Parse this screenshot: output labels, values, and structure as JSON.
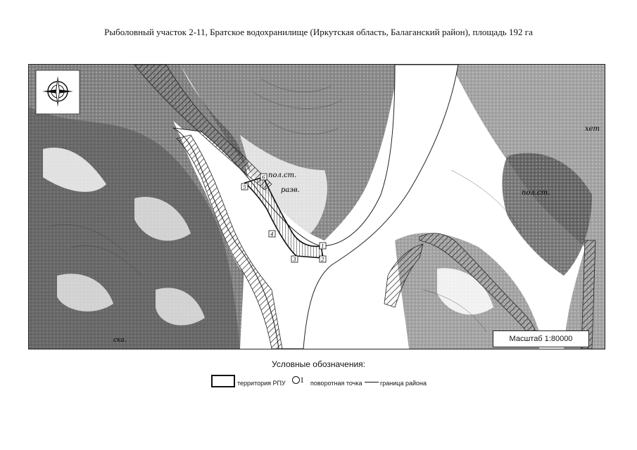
{
  "title": "Рыболовный участок 2-11, Братское водохранилище (Иркутская область, Балаганский район), площадь 192 га",
  "map": {
    "labels": {
      "pol_st_1": "пол.ст.",
      "razv": "разв.",
      "pol_st_2": "пол.ст.",
      "het": "хет",
      "ska": "ска."
    },
    "points": [
      "5",
      "6",
      "4",
      "3",
      "2",
      "1"
    ],
    "colors": {
      "ink": "#1a1a1a",
      "water": "#ffffff",
      "terrain": "#6e6e6e"
    }
  },
  "scale": "Масштаб 1:80000",
  "legend": {
    "title": "Условные обозначения:",
    "territory": "территория РПУ",
    "point_symbol": "1",
    "turning_point": "поворотная точка",
    "boundary": "граница района"
  }
}
